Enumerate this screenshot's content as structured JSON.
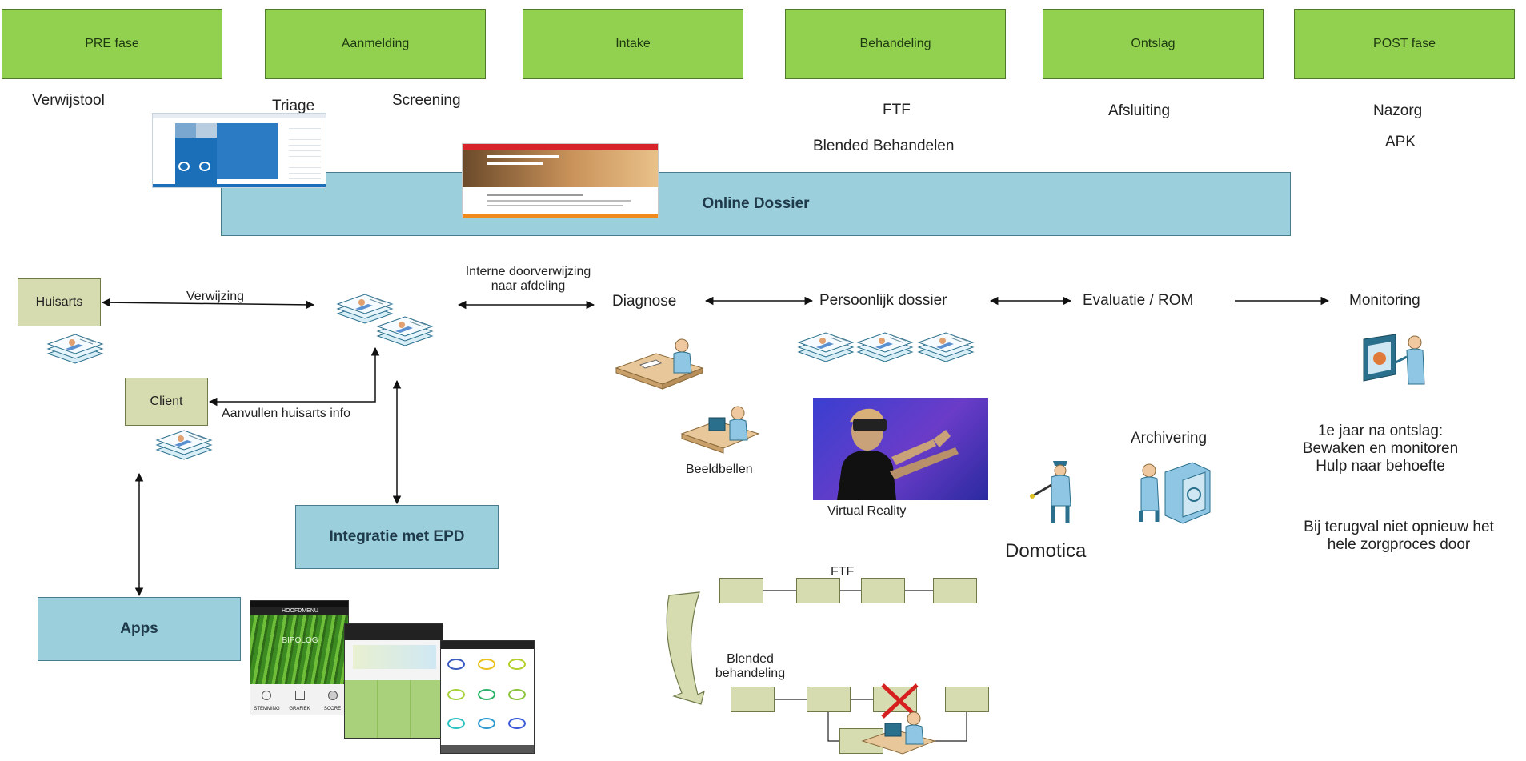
{
  "phases": [
    {
      "label": "PRE fase"
    },
    {
      "label": "Aanmelding"
    },
    {
      "label": "Intake"
    },
    {
      "label": "Behandeling"
    },
    {
      "label": "Ontslag"
    },
    {
      "label": "POST fase"
    }
  ],
  "phase_notes": {
    "verwijstool": "Verwijstool",
    "triage": "Triage",
    "screening": "Screening",
    "ftf": "FTF",
    "blended": "Blended Behandelen",
    "afsluiting": "Afsluiting",
    "nazorg": "Nazorg",
    "apk": "APK"
  },
  "online_dossier": "Online Dossier",
  "left": {
    "huisarts": "Huisarts",
    "verwijzing": "Verwijzing",
    "client": "Client",
    "aanvullen": "Aanvullen huisarts info",
    "interne_line1": "Interne doorverwijzing",
    "interne_line2": "naar afdeling",
    "integratie": "Integratie met EPD",
    "apps": "Apps"
  },
  "flow": {
    "diagnose": "Diagnose",
    "dossier": "Persoonlijk dossier",
    "evaluatie": "Evaluatie / ROM",
    "monitoring": "Monitoring"
  },
  "extras": {
    "beeldbellen": "Beeldbellen",
    "virtual_reality": "Virtual Reality",
    "domotica": "Domotica",
    "archivering": "Archivering",
    "post_line1": "1e jaar na ontslag:",
    "post_line2": "Bewaken en monitoren",
    "post_line3": "Hulp naar behoefte",
    "terugval_line1": "Bij terugval niet opnieuw het",
    "terugval_line2": "hele zorgproces door"
  },
  "bottom": {
    "ftf": "FTF",
    "blended_line1": "Blended",
    "blended_line2": "behandeling"
  },
  "app_screens": {
    "bipolog": "BIPOLOG",
    "hoofdmenu": "HOOFDMENU",
    "stemming": "STEMMING",
    "grafiek": "GRAFIEK",
    "score": "SCORE"
  },
  "colors": {
    "phase_green": "#92d050",
    "box_blue": "#9ccfdc",
    "node_khaki": "#d6dcb0"
  }
}
